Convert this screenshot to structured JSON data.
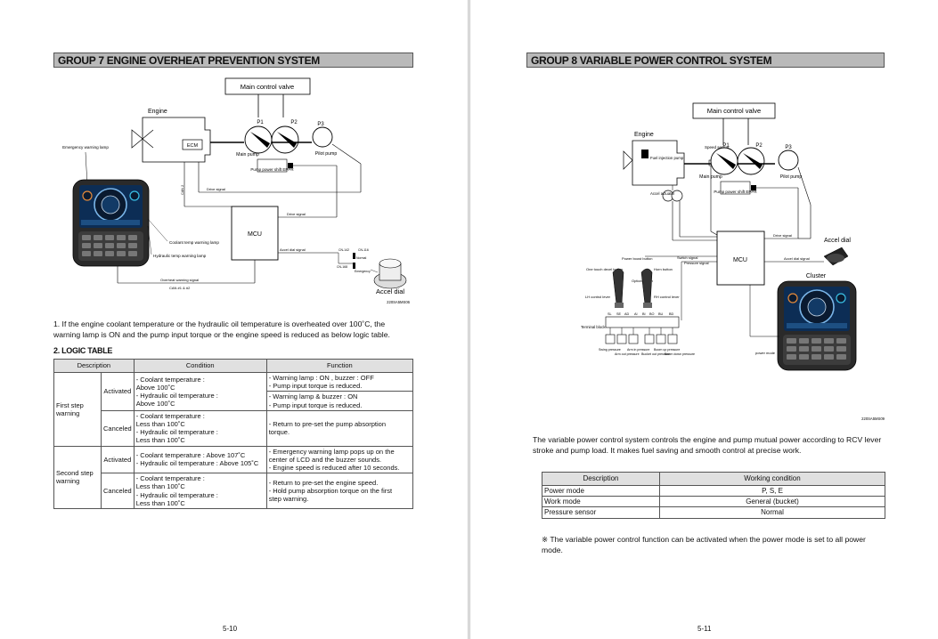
{
  "left": {
    "group_title": "GROUP  7  ENGINE OVERHEAT PREVENTION SYSTEM",
    "diagram": {
      "main_control_valve": "Main control valve",
      "engine": "Engine",
      "ecm": "ECM",
      "p1": "P1",
      "p2": "P2",
      "p3": "P3",
      "main_pump": "Main pump",
      "pilot_pump": "Pilot pump",
      "pump_power_shift": "Pump power shift EPPR",
      "emergency_warning_lamp": "Emergency warning lamp",
      "drive_signal_1": "Drive signal",
      "drive_signal_2": "Drive signal",
      "mcu": "MCU",
      "can_label": "CAN 2",
      "coolant_lamp": "Coolant temp warning lamp",
      "hydraulic_lamp": "Hydraulic temp warning lamp",
      "accel_dial_signal": "Accel dial signal",
      "overheat_signal": "Overheat warning signal",
      "can_bus": "CAN #1 & #2",
      "cn142": "CN-142",
      "cn116": "CN-116",
      "normal": "Normal",
      "cn168": "CN-168",
      "emergency": "Emergency",
      "accel_dial": "Accel dial",
      "fig_id": "220SA5MS06"
    },
    "para": "1. If the engine coolant temperature or the hydraulic oil temperature is overheated over 100˚C, the warning lamp is ON and the pump input torque or the engine speed is reduced as below logic table.",
    "logic_title": "2. LOGIC TABLE",
    "table": {
      "headers": [
        "Description",
        "Condition",
        "Function"
      ],
      "first_step": "First step warning",
      "second_step": "Second step warning",
      "activated": "Activated",
      "canceled": "Canceled",
      "r1_cond": [
        "- Coolant temperature :",
        "  Above 100˚C",
        "- Hydraulic oil temperature :",
        "  Above 100˚C"
      ],
      "r1_func_a": [
        "- Warning lamp : ON , buzzer : OFF",
        "- Pump input torque is reduced."
      ],
      "r1_func_b": [
        "- Warning lamp & buzzer : ON",
        "- Pump input torque is reduced."
      ],
      "r2_cond": [
        "- Coolant temperature :",
        "  Less than 100˚C",
        "- Hydraulic oil temperature :",
        "  Less than 100˚C"
      ],
      "r2_func": [
        "- Return to pre-set the pump absorption",
        "  torque."
      ],
      "r3_cond": [
        "- Coolant temperature : Above 107˚C",
        "- Hydraulic oil temperature : Above 105˚C"
      ],
      "r3_func": [
        "- Emergency warning lamp pops up on the",
        "  center of LCD and the buzzer sounds.",
        "- Engine speed is reduced after 10 seconds."
      ],
      "r4_cond": [
        "- Coolant temperature :",
        "  Less than 100˚C",
        "- Hydraulic oil temperature :",
        "  Less than 100˚C"
      ],
      "r4_func": [
        "- Return to pre-set the engine speed.",
        "- Hold pump absorption torque on the first",
        "  step warning."
      ]
    },
    "page_number": "5-10"
  },
  "right": {
    "group_title": "GROUP  8  VARIABLE POWER CONTROL SYSTEM",
    "diagram": {
      "main_control_valve": "Main control valve",
      "engine": "Engine",
      "speed_sensor": "Speed sensor",
      "p1": "P1",
      "p2": "P2",
      "p3": "P3",
      "fuel_injection_pump": "Fuel injection pump",
      "main_pump": "Main pump",
      "pilot_pump": "Pilot pump",
      "pump_power_shift": "Pump power shift EPPR",
      "accel_actuator": "Accel actuator",
      "drive_signal": "Drive signal",
      "accel_dial": "Accel dial",
      "mcu": "MCU",
      "switch_signal": "Switch signal",
      "pressure_signal": "Pressure signal",
      "accel_dial_signal": "Accel dial signal",
      "cluster": "Cluster",
      "power_boost_button": "Power boost button",
      "one_touch_decel": "One touch decel button",
      "horn_button": "Horn button",
      "option_button": "Option button",
      "lh_lever": "LH control lever",
      "rh_lever": "RH control lever",
      "terminal_block": "Terminal block",
      "terminals": [
        "SL",
        "SE",
        "AD",
        "AI",
        "BI",
        "BO",
        "BU",
        "BD"
      ],
      "sensors": [
        "Swing pressure",
        "Arm out pressure",
        "Arm in pressure",
        "Bucket out pressure",
        "Boom up pressure",
        "Boom down pressure"
      ],
      "power_mode_label": "power mode",
      "fig_id": "220SA5MS09"
    },
    "para": "The variable power control system controls the engine and pump mutual power according to RCV lever stroke and pump load. It makes fuel saving and smooth control at precise work.",
    "table": {
      "headers": [
        "Description",
        "Working condition"
      ],
      "rows": [
        [
          "Power mode",
          "P, S, E"
        ],
        [
          "Work mode",
          "General (bucket)"
        ],
        [
          "Pressure sensor",
          "Normal"
        ]
      ]
    },
    "note": "※ The variable power control function can be activated when the power mode is set to all power mode.",
    "page_number": "5-11"
  }
}
